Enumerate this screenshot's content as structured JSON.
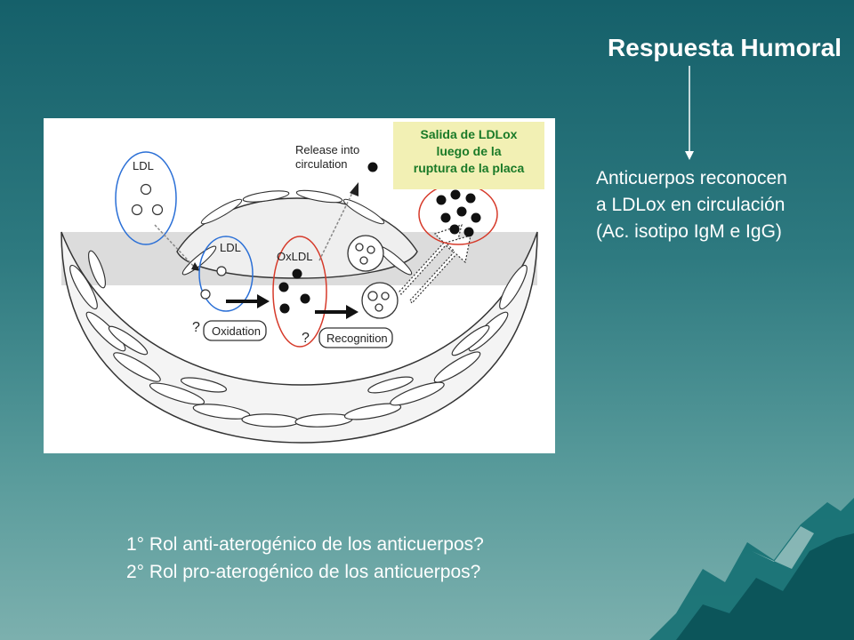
{
  "slide": {
    "title": "Respuesta Humoral",
    "side_text": [
      "Anticuerpos reconocen",
      "a LDLox en circulación",
      "(Ac. isotipo IgM e IgG)"
    ],
    "annotation": [
      "Salida de LDLox",
      "luego de la",
      "ruptura de la placa"
    ],
    "questions": [
      "1° Rol anti-aterogénico de los anticuerpos?",
      "2° Rol pro-aterogénico de los anticuerpos?"
    ]
  },
  "figure": {
    "labels": {
      "ldl_top": "LDL",
      "ldl_mid": "LDL",
      "oxldl": "OxLDL",
      "release_line1": "Release into",
      "release_line2": "circulation",
      "oxidation": "Oxidation",
      "recognition": "Recognition",
      "question_1": "?",
      "question_2": "?"
    }
  },
  "colors": {
    "background_top": "#15606a",
    "background_bottom": "#7cb0ae",
    "annotation_bg": "#f2f0b4",
    "annotation_text": "#1a7a28",
    "blue_circle": "#2a6fd6",
    "red_circle": "#d63a2a"
  }
}
